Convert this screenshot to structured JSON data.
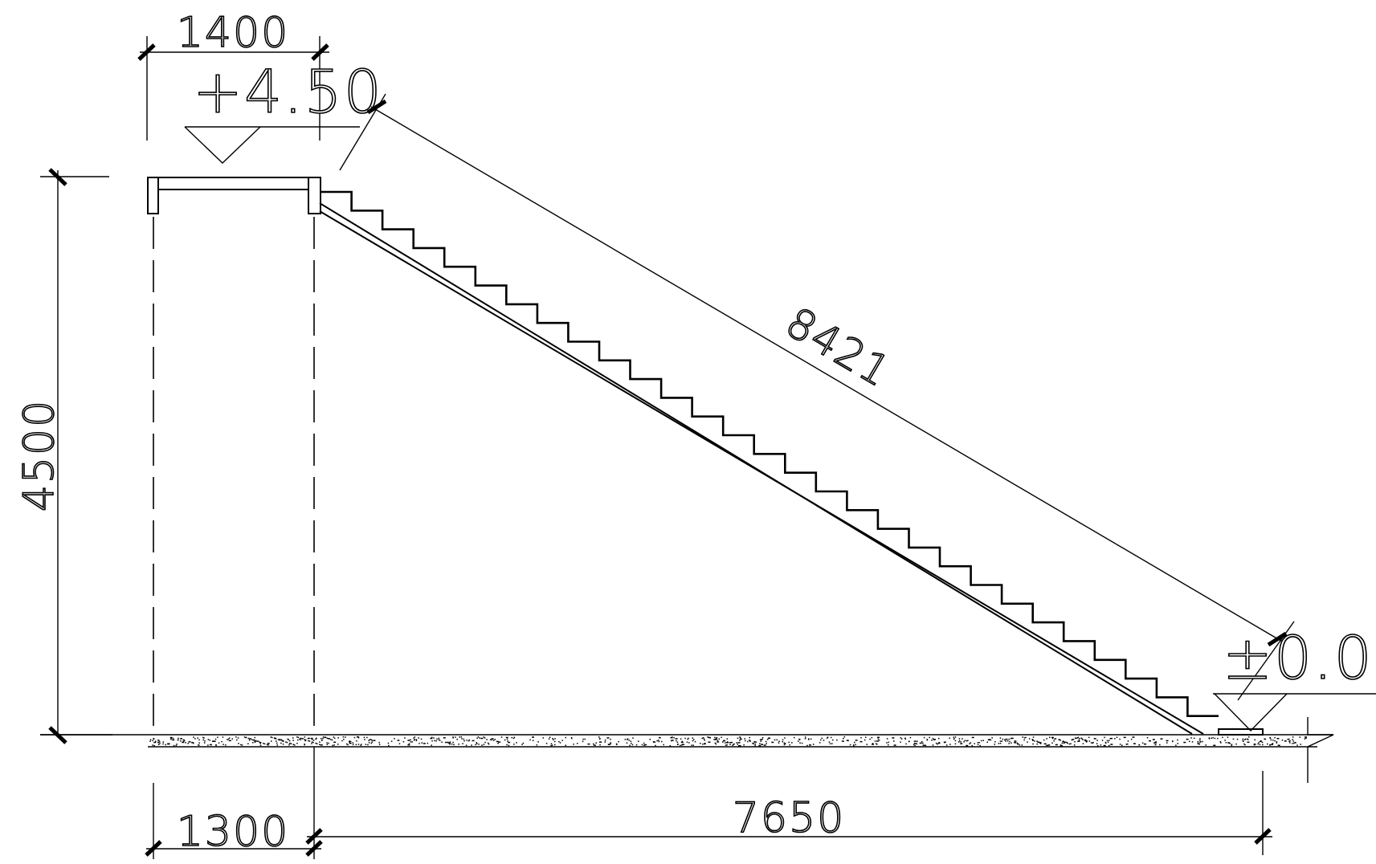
{
  "drawing": {
    "top_width": "1400",
    "top_level": "+4.50",
    "slope_length": "8421",
    "ground_level": "±0.00",
    "height": "4500",
    "landing_width": "1300",
    "run_length": "7650"
  },
  "stair": {
    "step_count": 28
  }
}
